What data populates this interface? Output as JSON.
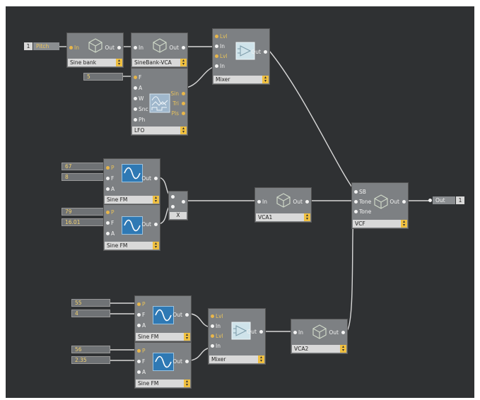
{
  "inputs": {
    "pitch_index": "1",
    "pitch_label": "Pitch"
  },
  "outputs": {
    "out_label": "Out",
    "out_index": "1"
  },
  "ports": {
    "in": "In",
    "out": "Out",
    "lvl": "Lvl",
    "f": "F",
    "a": "A",
    "w": "W",
    "snc": "Snc",
    "ph": "Ph",
    "sin": "Sin",
    "tri": "Tri",
    "pls": "Pls",
    "p": "P",
    "sb": "SB",
    "tone": "Tone"
  },
  "modules": {
    "sinebank": "Sine bank",
    "sinebank_vca": "SineBank-VCA",
    "mixer1": "Mixer",
    "lfo": "LFO",
    "sinefm1": "Sine FM",
    "sinefm2": "Sine FM",
    "multiply": "X",
    "vca1": "VCA1",
    "vcf": "VCF",
    "sinefm3": "Sine FM",
    "sinefm4": "Sine FM",
    "mixer2": "Mixer",
    "vca2": "VCA2"
  },
  "values": {
    "lfo_freq": "5",
    "fm1_p": "67",
    "fm1_f": "8",
    "fm2_p": "79",
    "fm2_f": "16.01",
    "fm3_p": "55",
    "fm3_f": "4",
    "fm4_p": "56",
    "fm4_f": "2.35"
  },
  "colors": {
    "background": "#2f3133",
    "module": "#7d8083",
    "wire": "#d8d8d8",
    "accent": "#e8b64a",
    "namebar": "#d9d9d9",
    "dropdown": "#f0c040",
    "osc_icon": "#2f79b4"
  }
}
